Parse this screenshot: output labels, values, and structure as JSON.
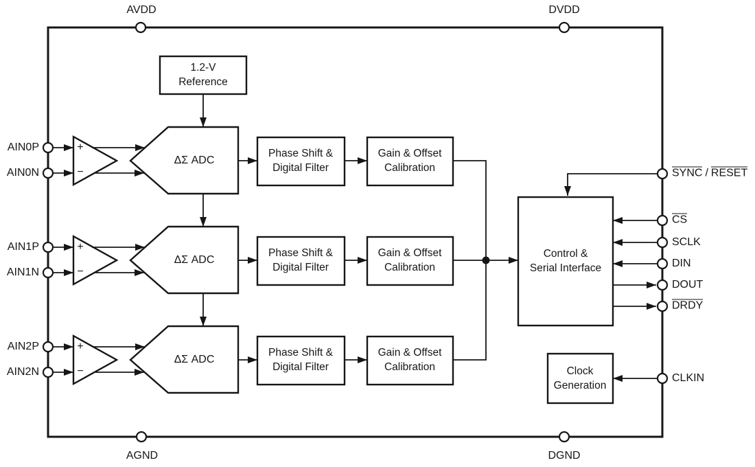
{
  "power_pins": {
    "avdd": "AVDD",
    "dvdd": "DVDD",
    "agnd": "AGND",
    "dgnd": "DGND"
  },
  "reference_block": {
    "line1": "1.2-V",
    "line2": "Reference"
  },
  "amp": {
    "plus": "+",
    "minus": "−"
  },
  "channels": [
    {
      "pos_pin": "AIN0P",
      "neg_pin": "AIN0N",
      "adc_label": "ΔΣ ADC",
      "filter_line1": "Phase Shift &",
      "filter_line2": "Digital Filter",
      "cal_line1": "Gain & Offset",
      "cal_line2": "Calibration"
    },
    {
      "pos_pin": "AIN1P",
      "neg_pin": "AIN1N",
      "adc_label": "ΔΣ ADC",
      "filter_line1": "Phase Shift &",
      "filter_line2": "Digital Filter",
      "cal_line1": "Gain & Offset",
      "cal_line2": "Calibration"
    },
    {
      "pos_pin": "AIN2P",
      "neg_pin": "AIN2N",
      "adc_label": "ΔΣ ADC",
      "filter_line1": "Phase Shift &",
      "filter_line2": "Digital Filter",
      "cal_line1": "Gain & Offset",
      "cal_line2": "Calibration"
    }
  ],
  "control_block": {
    "line1": "Control &",
    "line2": "Serial Interface"
  },
  "clock_block": {
    "line1": "Clock",
    "line2": "Generation"
  },
  "serial_pins": {
    "sync": "SYNC",
    "sync_separator": "/",
    "reset": "RESET",
    "cs": "CS",
    "sclk": "SCLK",
    "din": "DIN",
    "dout": "DOUT",
    "drdy": "DRDY",
    "clkin": "CLKIN"
  },
  "colors": {
    "line": "#161616",
    "background": "#ffffff"
  }
}
